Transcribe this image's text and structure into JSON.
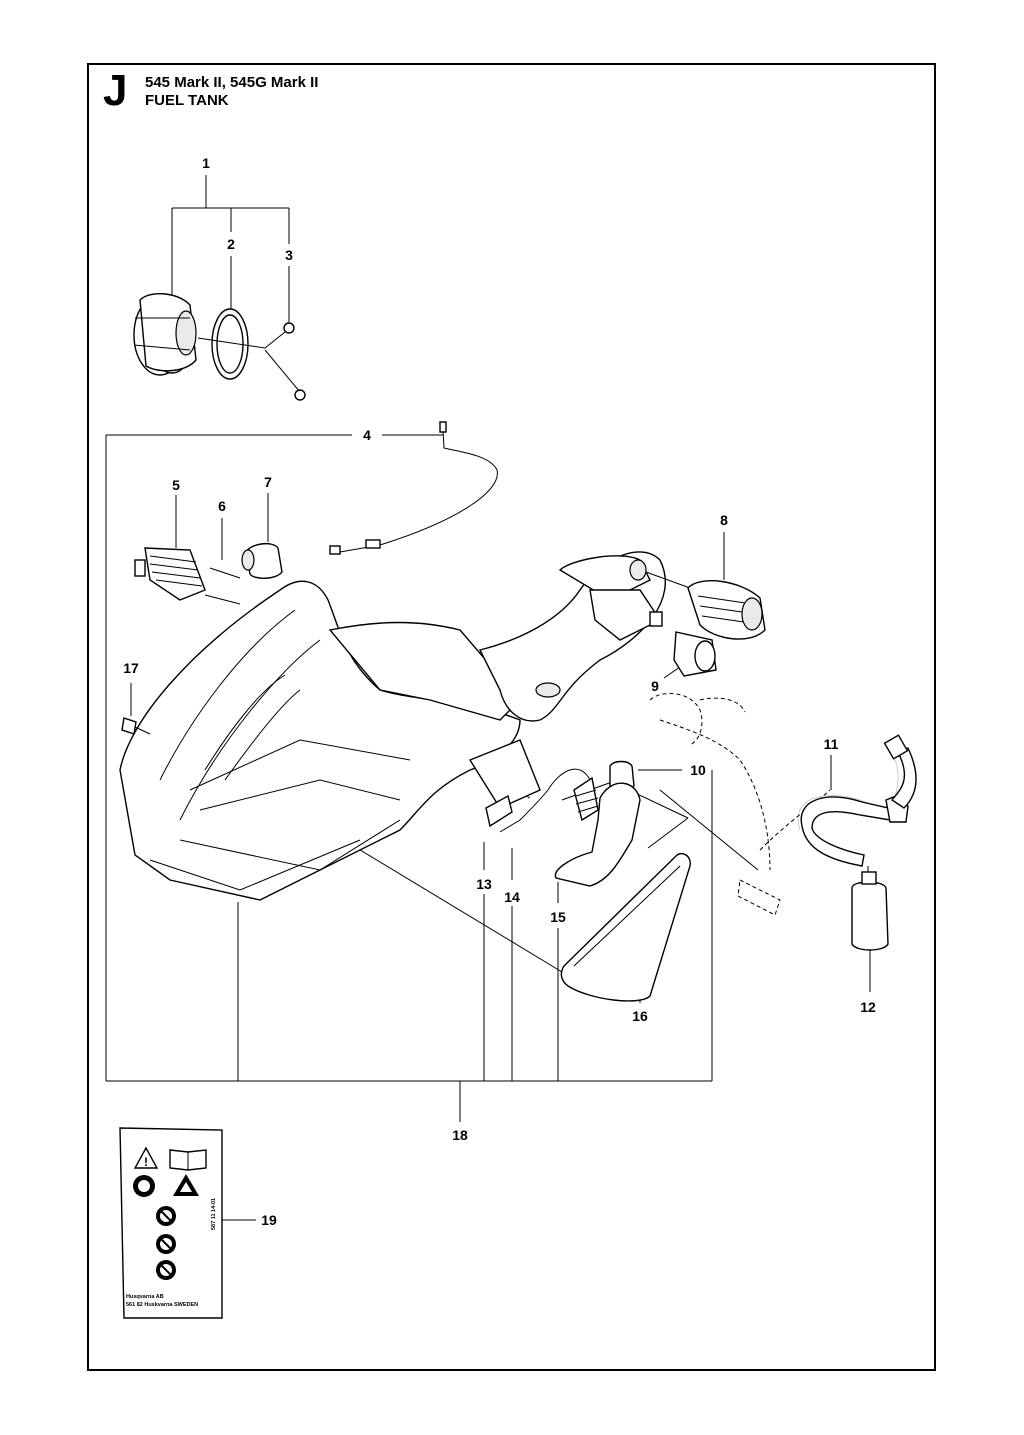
{
  "header": {
    "section_letter": "J",
    "model": "545 Mark II, 545G Mark II",
    "title": "FUEL TANK"
  },
  "callouts": [
    {
      "id": "1",
      "label": "1"
    },
    {
      "id": "2",
      "label": "2"
    },
    {
      "id": "3",
      "label": "3"
    },
    {
      "id": "4",
      "label": "4"
    },
    {
      "id": "5",
      "label": "5"
    },
    {
      "id": "6",
      "label": "6"
    },
    {
      "id": "7",
      "label": "7"
    },
    {
      "id": "8",
      "label": "8"
    },
    {
      "id": "9",
      "label": "9"
    },
    {
      "id": "10",
      "label": "10"
    },
    {
      "id": "11",
      "label": "11"
    },
    {
      "id": "12",
      "label": "12"
    },
    {
      "id": "13",
      "label": "13"
    },
    {
      "id": "14",
      "label": "14"
    },
    {
      "id": "15",
      "label": "15"
    },
    {
      "id": "16",
      "label": "16"
    },
    {
      "id": "17",
      "label": "17"
    },
    {
      "id": "18",
      "label": "18"
    },
    {
      "id": "19",
      "label": "19"
    }
  ],
  "decal": {
    "company": "Husqvarna AB",
    "address": "561 82 Huskvarna SWEDEN",
    "part_code": "587 11 14-01",
    "icons": [
      "warning-triangle-icon",
      "manual-book-icon",
      "protective-gear-icon",
      "kickback-warning-icon",
      "no-one-hand-icon",
      "no-smoking-icon",
      "no-open-flame-icon"
    ]
  }
}
